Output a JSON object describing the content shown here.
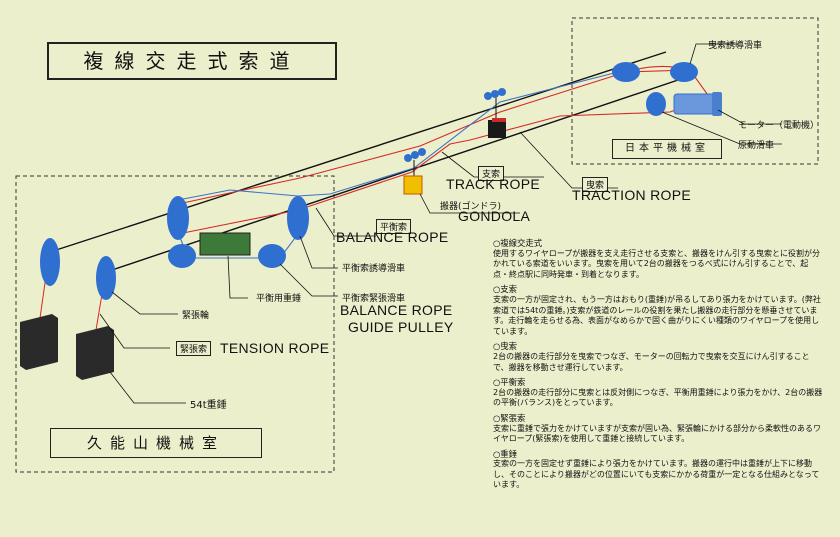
{
  "title": "複線交走式索道",
  "rooms": {
    "bottom": "久能山機械室",
    "top": "日本平機械室"
  },
  "labels": {
    "track_rope_tag": "支索",
    "track_rope": "TRACK ROPE",
    "traction_rope_tag": "曳索",
    "traction_rope": "TRACTION ROPE",
    "gondola_jp": "搬器(ゴンドラ)",
    "gondola": "GONDOLA",
    "balance_rope_tag": "平衡索",
    "balance_rope": "BALANCE ROPE",
    "balance_guide_jp": "平衡索誘導滑車",
    "balance_weight": "平衡用重錘",
    "balance_tension_pulley": "平衡索緊張滑車",
    "balance_rope_guide_pulley_1": "BALANCE ROPE",
    "balance_rope_guide_pulley_2": "GUIDE PULLEY",
    "tension_wheel": "緊張輪",
    "tension_rope_tag": "緊張索",
    "tension_rope": "TENSION ROPE",
    "weight_54t": "54t重錘",
    "traction_guide": "曳索誘導滑車",
    "motor": "モーター（電動機）",
    "drive_pulley": "原動滑車"
  },
  "notes": [
    {
      "heading": "○複線交走式",
      "body": "使用するワイヤロープが搬器を支え走行させる支索と、搬器をけん引する曳索とに役割が分かれている索道をいいます。曳索を用いて2台の搬器をつるべ式にけん引することで、起点・終点駅に同時発車・到着となります。"
    },
    {
      "heading": "○支索",
      "body": "支索の一方が固定され、もう一方はおもり(重錘)が吊るしてあり張力をかけています。(弊社索道では54tの重錘。)支索が鉄道のレールの役割を果たし搬器の走行部分を懸垂させています。走行輪を走らせる為、表面がなめらかで固く曲がりにくい種類のワイヤロープを使用しています。"
    },
    {
      "heading": "○曳索",
      "body": "2台の搬器の走行部分を曳索でつなぎ、モーターの回転力で曳索を交互にけん引することで、搬器を移動させ運行しています。"
    },
    {
      "heading": "○平衡索",
      "body": "2台の搬器の走行部分に曳索とは反対側につなぎ、平衡用重錘により張力をかけ、2台の搬器の平衡(バランス)をとっています。"
    },
    {
      "heading": "○緊張索",
      "body": "支索に重錘で張力をかけていますが支索が固い為、緊張輪にかける部分から柔軟性のあるワイヤロープ(緊張索)を使用して重錘と接続しています。"
    },
    {
      "heading": "○重錘",
      "body": "支索の一方を固定せず重錘により張力をかけています。搬器の運行中は重錘が上下に移動し、そのことにより搬器がどの位置にいても支索にかかる荷重が一定となる仕組みとなっています。"
    }
  ],
  "colors": {
    "track": "#111111",
    "traction": "#d62a2a",
    "balance": "#3a74c4",
    "pulley": "#2f6fd0",
    "weight": "#2a2a2a",
    "background": "#ecefcc"
  }
}
